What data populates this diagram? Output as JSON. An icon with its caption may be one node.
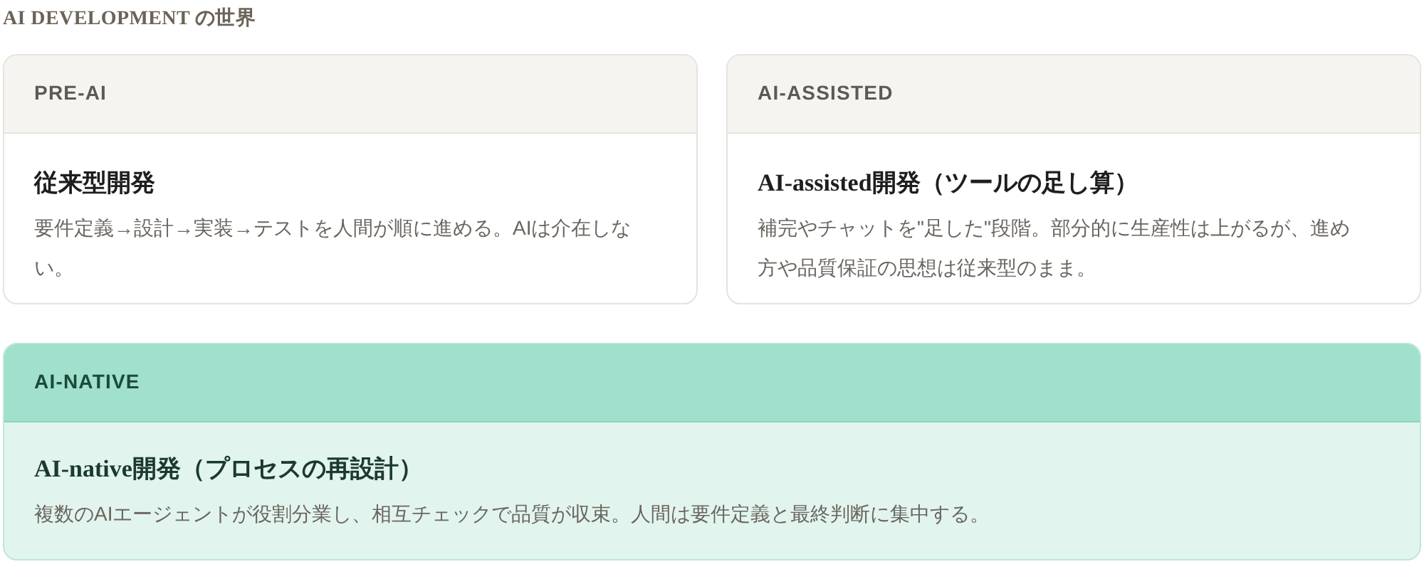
{
  "diagram": {
    "title": "AI DEVELOPMENT の世界",
    "nodes": [
      {
        "text": [
          "PRE-AI",
          "従来型開発",
          "要件定義→設計→実装→テストを人間が順に進める。AIは介在しない。"
        ]
      },
      {
        "text": [
          "AI-ASSISTED",
          "AI-assisted開発（ツールの足し算）",
          "補完やチャットを\"足した\"段階。部分的に生産性は上がるが、進め方や品質保証の思想は従来型のまま。"
        ]
      },
      {
        "text": [
          "AI-NATIVE",
          "AI-native開発（プロセスの再設計）",
          "複数のAIエージェントが役割分業し、相互チェックで品質が収束。人間は要件定義と最終判断に集中する。"
        ]
      }
    ]
  }
}
